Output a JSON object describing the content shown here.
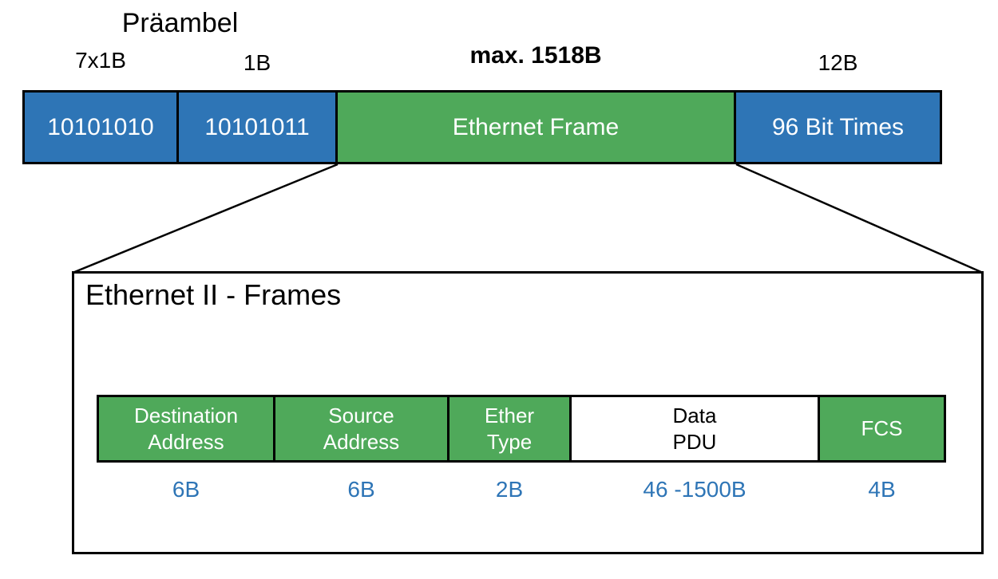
{
  "colors": {
    "box_blue": "#2E75B6",
    "box_green": "#4FA95A",
    "size_label_blue": "#2E75B6",
    "line_black": "#000000"
  },
  "overview": {
    "title": "Präambel",
    "segments": [
      {
        "size_label": "7x1B",
        "label": "10101010"
      },
      {
        "size_label": "1B",
        "label": "10101011"
      },
      {
        "size_label": "max. 1518B",
        "label": "Ethernet Frame"
      },
      {
        "size_label": "12B",
        "label": "96 Bit Times"
      }
    ]
  },
  "detail": {
    "title": "Ethernet II - Frames",
    "fields": [
      {
        "label": "Destination\nAddress",
        "size_label": "6B"
      },
      {
        "label": "Source\nAddress",
        "size_label": "6B"
      },
      {
        "label": "Ether\nType",
        "size_label": "2B"
      },
      {
        "label": "Data\nPDU",
        "size_label": "46 -1500B"
      },
      {
        "label": "FCS",
        "size_label": "4B"
      }
    ]
  }
}
